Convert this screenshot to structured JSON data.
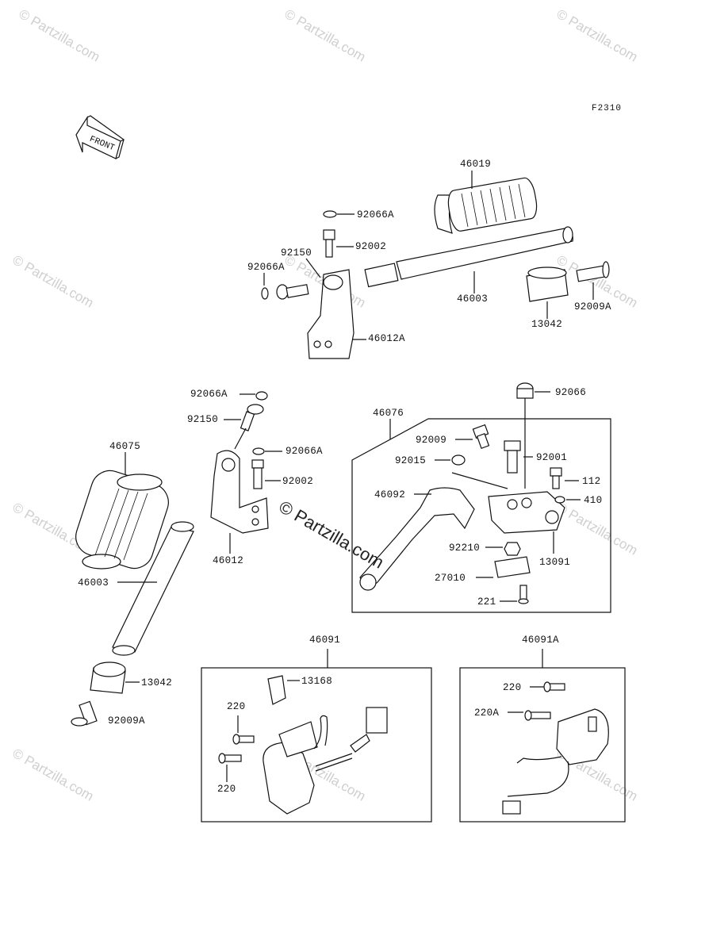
{
  "figure_code": "F2310",
  "front_label": "FRONT",
  "watermark": "© Partzilla.com",
  "center_watermark": "© Partzilla.com",
  "labels": {
    "p46019": "46019",
    "p92066A_1": "92066A",
    "p92002_1": "92002",
    "p92150_1": "92150",
    "p92066A_2": "92066A",
    "p46003_1": "46003",
    "p13042_1": "13042",
    "p92009A_1": "92009A",
    "p46012A": "46012A",
    "p92066A_3": "92066A",
    "p92150_2": "92150",
    "p92066A_4": "92066A",
    "p92002_2": "92002",
    "p46075": "46075",
    "p46012": "46012",
    "p46003_2": "46003",
    "p13042_2": "13042",
    "p92009A_2": "92009A",
    "p46076": "46076",
    "p92066": "92066",
    "p92009": "92009",
    "p92015": "92015",
    "p92001": "92001",
    "p112": "112",
    "p46092": "46092",
    "p410": "410",
    "p92210": "92210",
    "p13091": "13091",
    "p27010": "27010",
    "p221": "221",
    "p46091": "46091",
    "p13168": "13168",
    "p220_1": "220",
    "p220_2": "220",
    "p46091A": "46091A",
    "p220_3": "220",
    "p220A": "220A"
  }
}
